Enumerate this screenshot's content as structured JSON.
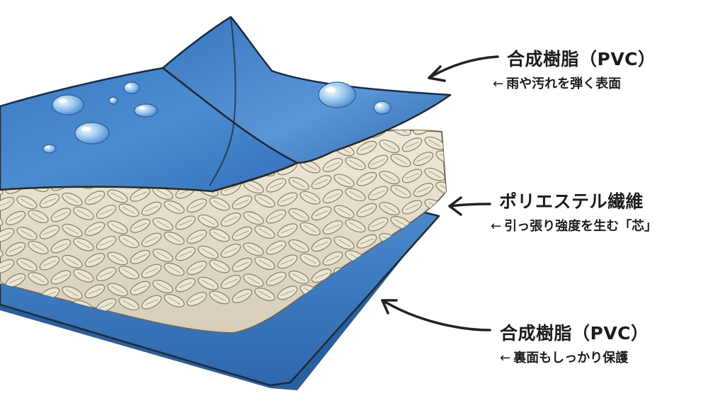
{
  "layers": {
    "top": {
      "title": "合成樹脂（PVC）",
      "subtitle_arrow": "←",
      "subtitle": "雨や汚れを弾く表面"
    },
    "middle": {
      "title": "ポリエステル繊維",
      "subtitle_arrow": "←",
      "subtitle": "引っ張り強度を生む「芯」"
    },
    "bottom": {
      "title": "合成樹脂（PVC）",
      "subtitle_arrow": "←",
      "subtitle": "裏面もしっかり保護"
    }
  },
  "colors": {
    "pvc_blue": "#3f7fc6",
    "pvc_blue_dark": "#2a63a8",
    "pvc_blue_light": "#6aa0d8",
    "fiber_cream": "#e6e0cf",
    "fiber_shadow": "#b9b09a",
    "outline": "#1f2a36",
    "arrow": "#222222"
  },
  "icons": [
    "water-droplet-icon",
    "curved-arrow-icon"
  ]
}
